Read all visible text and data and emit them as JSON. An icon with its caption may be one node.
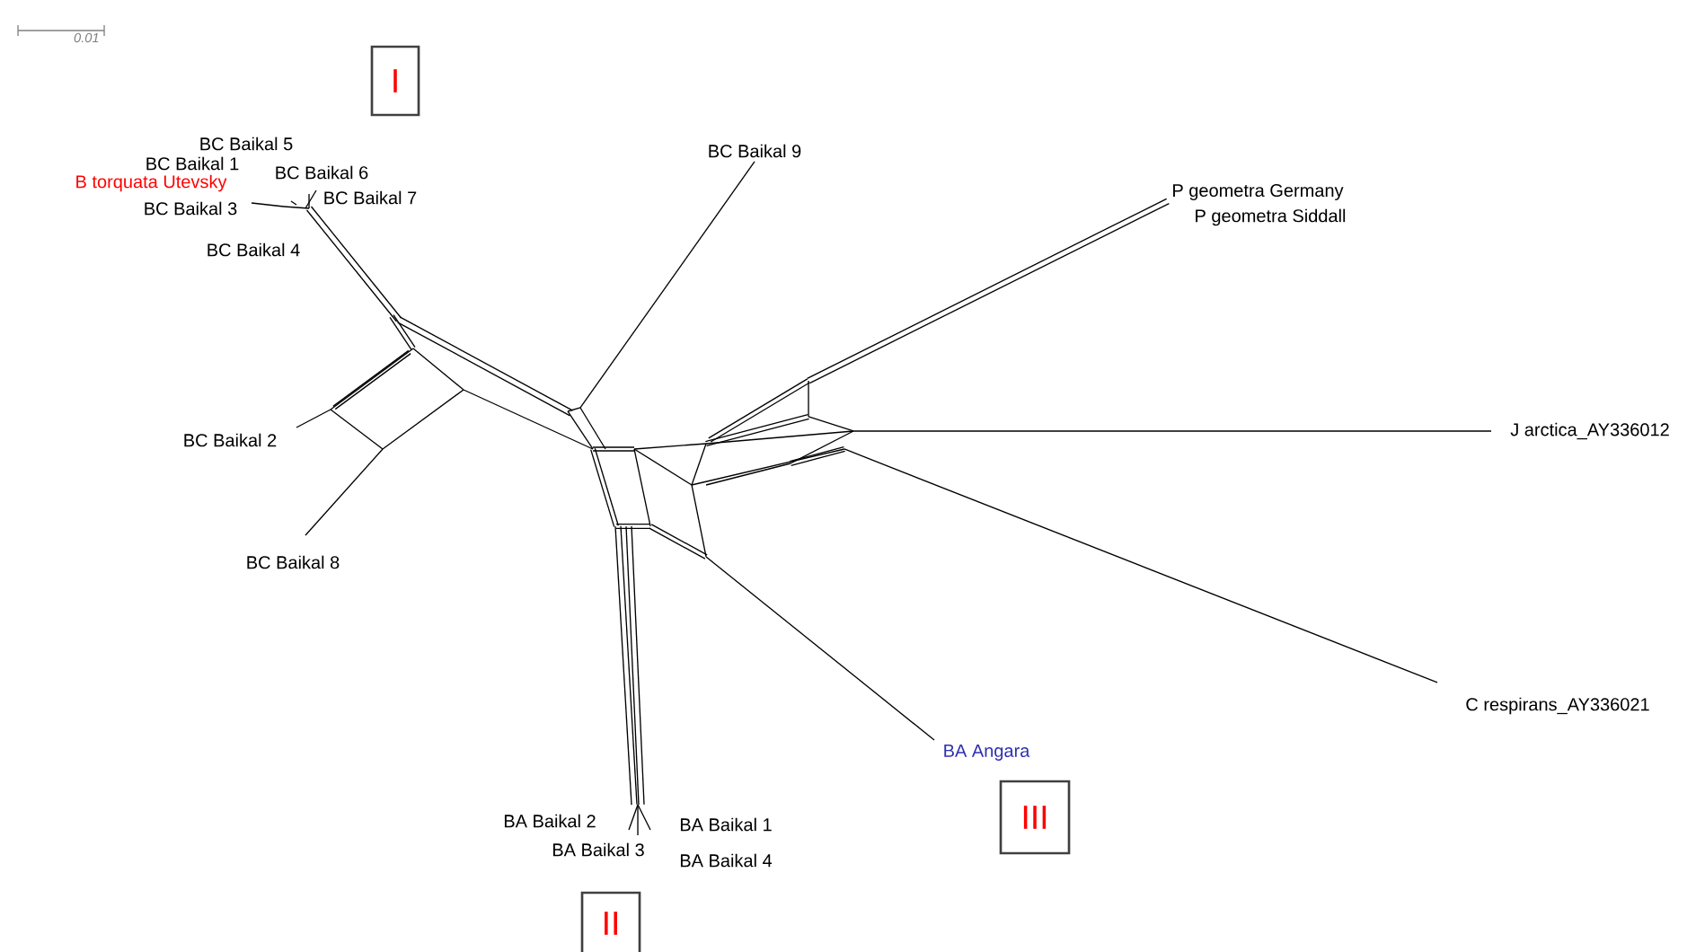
{
  "diagram": {
    "nodes": [
      {
        "text": [
          "I"
        ]
      },
      {
        "text": [
          "II"
        ]
      },
      {
        "text": [
          "III"
        ]
      }
    ],
    "labels": [
      "0.01",
      "BC Baikal 5",
      "BC Baikal 1",
      "B torquata Utevsky",
      "BC Baikal 6",
      "BC Baikal 3",
      "BC Baikal 7",
      "BC Baikal 4",
      "BC Baikal 9",
      "P geometra Germany",
      "P geometra  Siddall",
      "J arctica_AY336012",
      "BC Baikal 2",
      "BC Baikal 8",
      "C respirans_AY336021",
      "BA Angara",
      "BA Baikal 2",
      "BA Baikal 1",
      "BA Baikal 3",
      "BA Baikal 4"
    ]
  }
}
